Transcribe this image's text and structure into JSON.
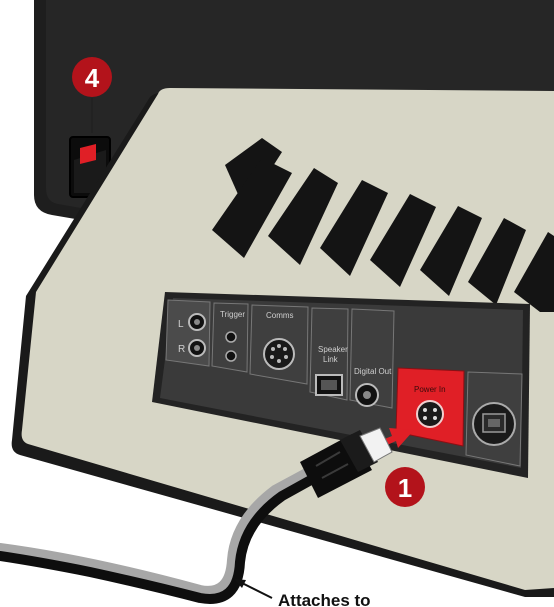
{
  "panel": {
    "left_label": "L",
    "right_label": "R",
    "trigger": "Trigger",
    "comms": "Comms",
    "speaker_link_line1": "Speaker",
    "speaker_link_line2": "Link",
    "digital_out": "Digital Out",
    "power_in": "Power In"
  },
  "callouts": {
    "step_power": "1",
    "step_switch": "4"
  },
  "caption": {
    "text": "Attaches to"
  },
  "colors": {
    "accent_red": "#e01f26",
    "badge_red": "#b3131b",
    "body_cream": "#d7d6c6",
    "chassis_black": "#1e1e1e"
  }
}
